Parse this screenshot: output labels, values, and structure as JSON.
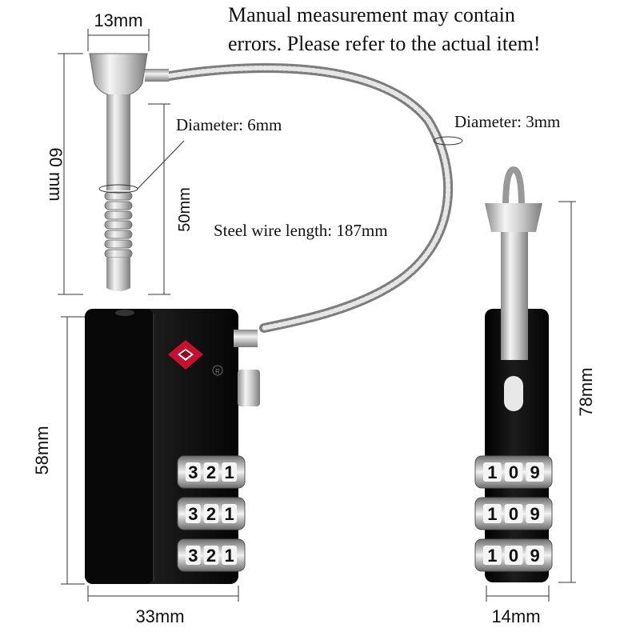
{
  "notice": {
    "line1": "Manual measurement may contain",
    "line2": "errors. Please refer to the actual item!"
  },
  "dimensions": {
    "pin_head_width": "13mm",
    "pin_total_length": "60 mm",
    "pin_shaft_length": "50mm",
    "pin_diameter": "Diameter: 6mm",
    "wire_diameter": "Diameter: 3mm",
    "wire_length": "Steel wire length: 187mm",
    "body_height": "58mm",
    "body_width": "33mm",
    "side_height": "78mm",
    "side_width": "14mm"
  },
  "dials": {
    "front_digits": [
      "3",
      "2",
      "1"
    ],
    "side_digits": [
      "1",
      "0",
      "9"
    ]
  },
  "logo": {
    "mark": "R"
  },
  "colors": {
    "lock_body": "#0b0b0b",
    "tsa_red": "#c8102e",
    "metal": "#c9c9c9"
  }
}
